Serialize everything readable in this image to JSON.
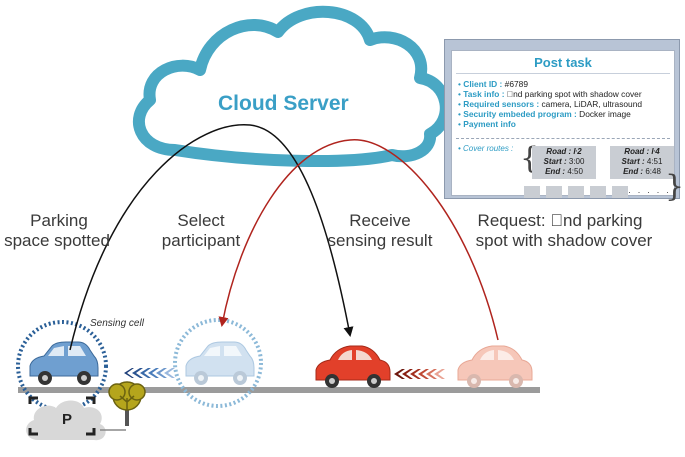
{
  "cloud": {
    "title": "Cloud Server"
  },
  "labels": {
    "parking_line1": "Parking",
    "parking_line2": "space spotted",
    "select_line1": "Select",
    "select_line2": "participant",
    "receive_line1": "Receive",
    "receive_line2": "sensing result",
    "request_line1": "Request: \u0000nd parking",
    "request_line2": "spot with shadow cover",
    "sensing_cell": "Sensing cell",
    "parking_sign": "P"
  },
  "post_task": {
    "title": "Post task",
    "client_id_key": "Client ID :",
    "client_id_val": " #6789",
    "task_info_key": "Task info :",
    "task_info_val": " \u0000nd parking spot with shadow cover",
    "sensors_key": "Required sensors :",
    "sensors_val": " camera, LiDAR, ultrasound",
    "security_key": "Security embeded program :",
    "security_val": " Docker image",
    "payment_key": "Payment info",
    "cover_routes_label": "Cover routes :",
    "routes": [
      {
        "road_key": "Road :",
        "road_val": " ŀ2",
        "start_key": "Start :",
        "start_val": " 3:00",
        "end_key": "End :",
        "end_val": " 4:50"
      },
      {
        "road_key": "Road :",
        "road_val": " ŀ4",
        "start_key": "Start :",
        "start_val": " 4:51",
        "end_key": "End :",
        "end_val": " 6:48"
      }
    ],
    "ellipsis": "· · · · ·"
  },
  "colors": {
    "cloud_outline": "#4aa8c4",
    "cloud_text": "#3a9fc6",
    "select_arrow": "#111111",
    "request_arrow": "#b0241e",
    "blue_car": "#6f9fd0",
    "faded_blue_car": "#cfe0f0",
    "red_car": "#e2402a",
    "faded_red_car": "#f6c7b9",
    "road": "#9b9b9b",
    "chevron_blue": "#1e3f7a",
    "chevron_red": "#8a1f12",
    "tree": "#b5a51c"
  }
}
